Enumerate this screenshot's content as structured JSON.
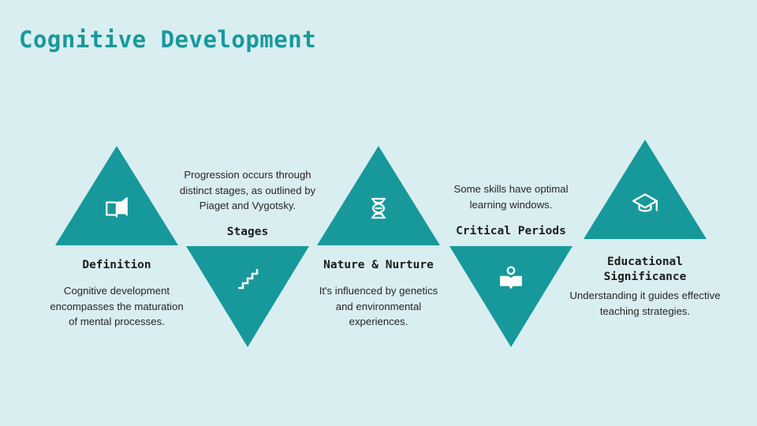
{
  "slide": {
    "title": "Cognitive Development",
    "background_color": "#d9eef1",
    "accent_color": "#17999b",
    "title_color": "#17999b",
    "text_color": "#1d1d1d"
  },
  "steps": [
    {
      "id": "definition",
      "title": "Definition",
      "description": "Cognitive development encompasses the maturation of mental processes.",
      "icon": "open-book-icon",
      "direction": "up"
    },
    {
      "id": "stages",
      "title": "Stages",
      "description": "Progression occurs through distinct stages, as outlined by Piaget and Vygotsky.",
      "icon": "stairs-icon",
      "direction": "down"
    },
    {
      "id": "nature-nurture",
      "title": "Nature & Nurture",
      "description": "It's influenced by genetics and environmental experiences.",
      "icon": "dna-helix-icon",
      "direction": "up"
    },
    {
      "id": "critical-periods",
      "title": "Critical Periods",
      "description": "Some skills have optimal learning windows.",
      "icon": "reader-person-icon",
      "direction": "down"
    },
    {
      "id": "educational-significance",
      "title": "Educational Significance",
      "description": "Understanding it guides effective teaching strategies.",
      "icon": "graduation-cap-icon",
      "direction": "up"
    }
  ]
}
